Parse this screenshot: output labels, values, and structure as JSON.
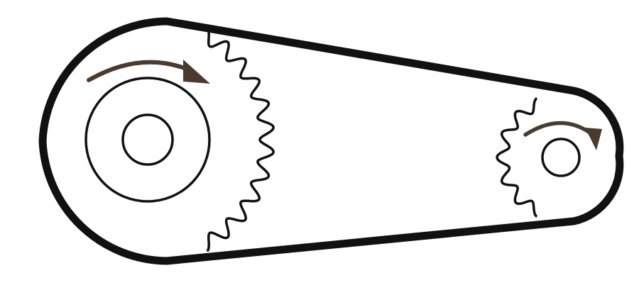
{
  "diagram": {
    "components": [
      {
        "id": "belt",
        "kind": "closed belt loop"
      },
      {
        "id": "large-sprocket",
        "kind": "sprocket",
        "relative_size": "large",
        "rotation": "clockwise"
      },
      {
        "id": "small-sprocket",
        "kind": "sprocket",
        "relative_size": "small",
        "rotation": "clockwise"
      }
    ],
    "colors": {
      "line": "#111111",
      "arrow": "#4a3b30",
      "background": "#ffffff"
    }
  }
}
